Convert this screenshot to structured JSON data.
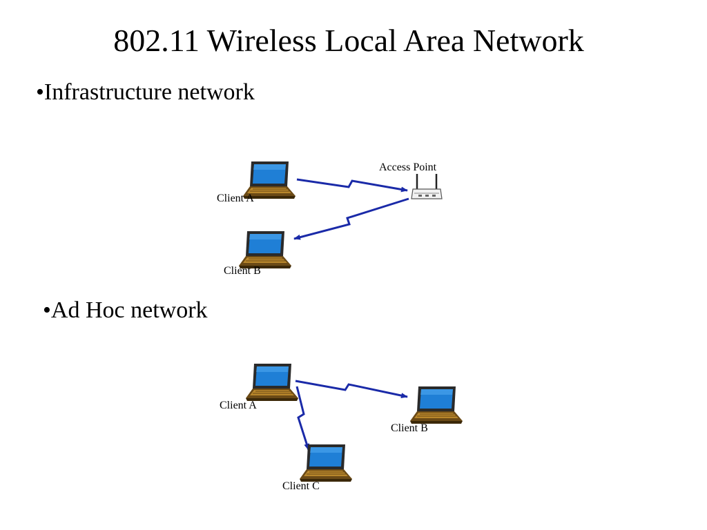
{
  "slide": {
    "title": "802.11 Wireless Local Area Network"
  },
  "sections": [
    {
      "bullet": "•Infrastructure network",
      "nodes": {
        "client_a": "Client A",
        "client_b": "Client B",
        "access_point": "Access Point"
      }
    },
    {
      "bullet": "•Ad Hoc network",
      "nodes": {
        "client_a": "Client A",
        "client_b": "Client B",
        "client_c": "Client C"
      }
    }
  ],
  "colors": {
    "link": "#1a2aa8",
    "laptop_screen": "#1f7fd6",
    "laptop_body": "#6b4a16",
    "laptop_keys": "#b8862b"
  },
  "icons": [
    "laptop-icon",
    "access-point-icon",
    "wireless-link-arrow-icon"
  ]
}
